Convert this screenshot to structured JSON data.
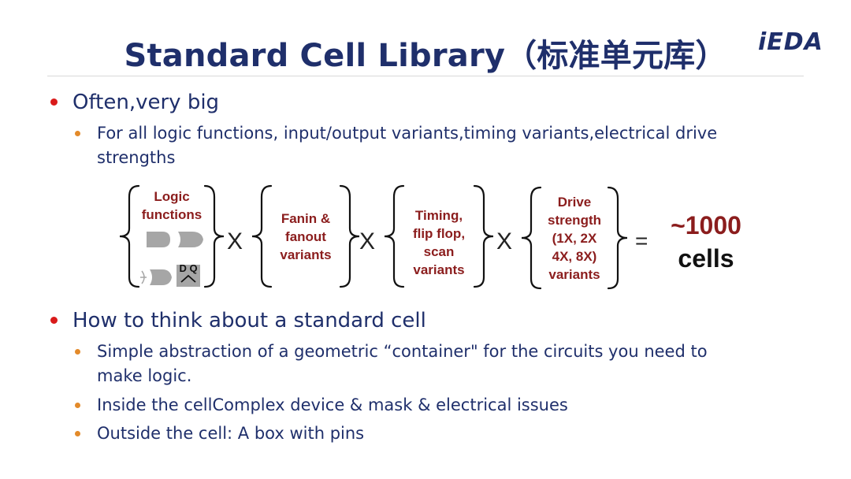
{
  "header": {
    "title": "Standard Cell Library（标准单元库）",
    "logo": "iEDA"
  },
  "bullets": [
    {
      "text": "Often,very big",
      "sub": [
        "For all logic functions, input/output variants,timing variants,electrical drive strengths"
      ]
    },
    {
      "text": "How to think about a standard cell",
      "sub": [
        "Simple abstraction of a geometric  “container\" for the circuits you need to make logic.",
        "Inside the cellComplex device & mask & electrical issues",
        "Outside the cell: A box with pins"
      ]
    }
  ],
  "diagram": {
    "box1": {
      "line1": "Logic",
      "line2": "functions",
      "ff_label": "D Q"
    },
    "box2": {
      "line1": "Fanin &",
      "line2": "fanout",
      "line3": "variants"
    },
    "box3": {
      "line1": "Timing,",
      "line2": "flip flop,",
      "line3": "scan",
      "line4": "variants"
    },
    "box4": {
      "line1": "Drive",
      "line2": "strength",
      "line3": "(1X, 2X",
      "line4": "4X, 8X)",
      "line5": "variants"
    },
    "times": "X",
    "equals": "=",
    "result_value": "~1000",
    "result_unit": "cells",
    "colors": {
      "label": "#8b1d1d",
      "gate": "#a6a6a6"
    }
  }
}
